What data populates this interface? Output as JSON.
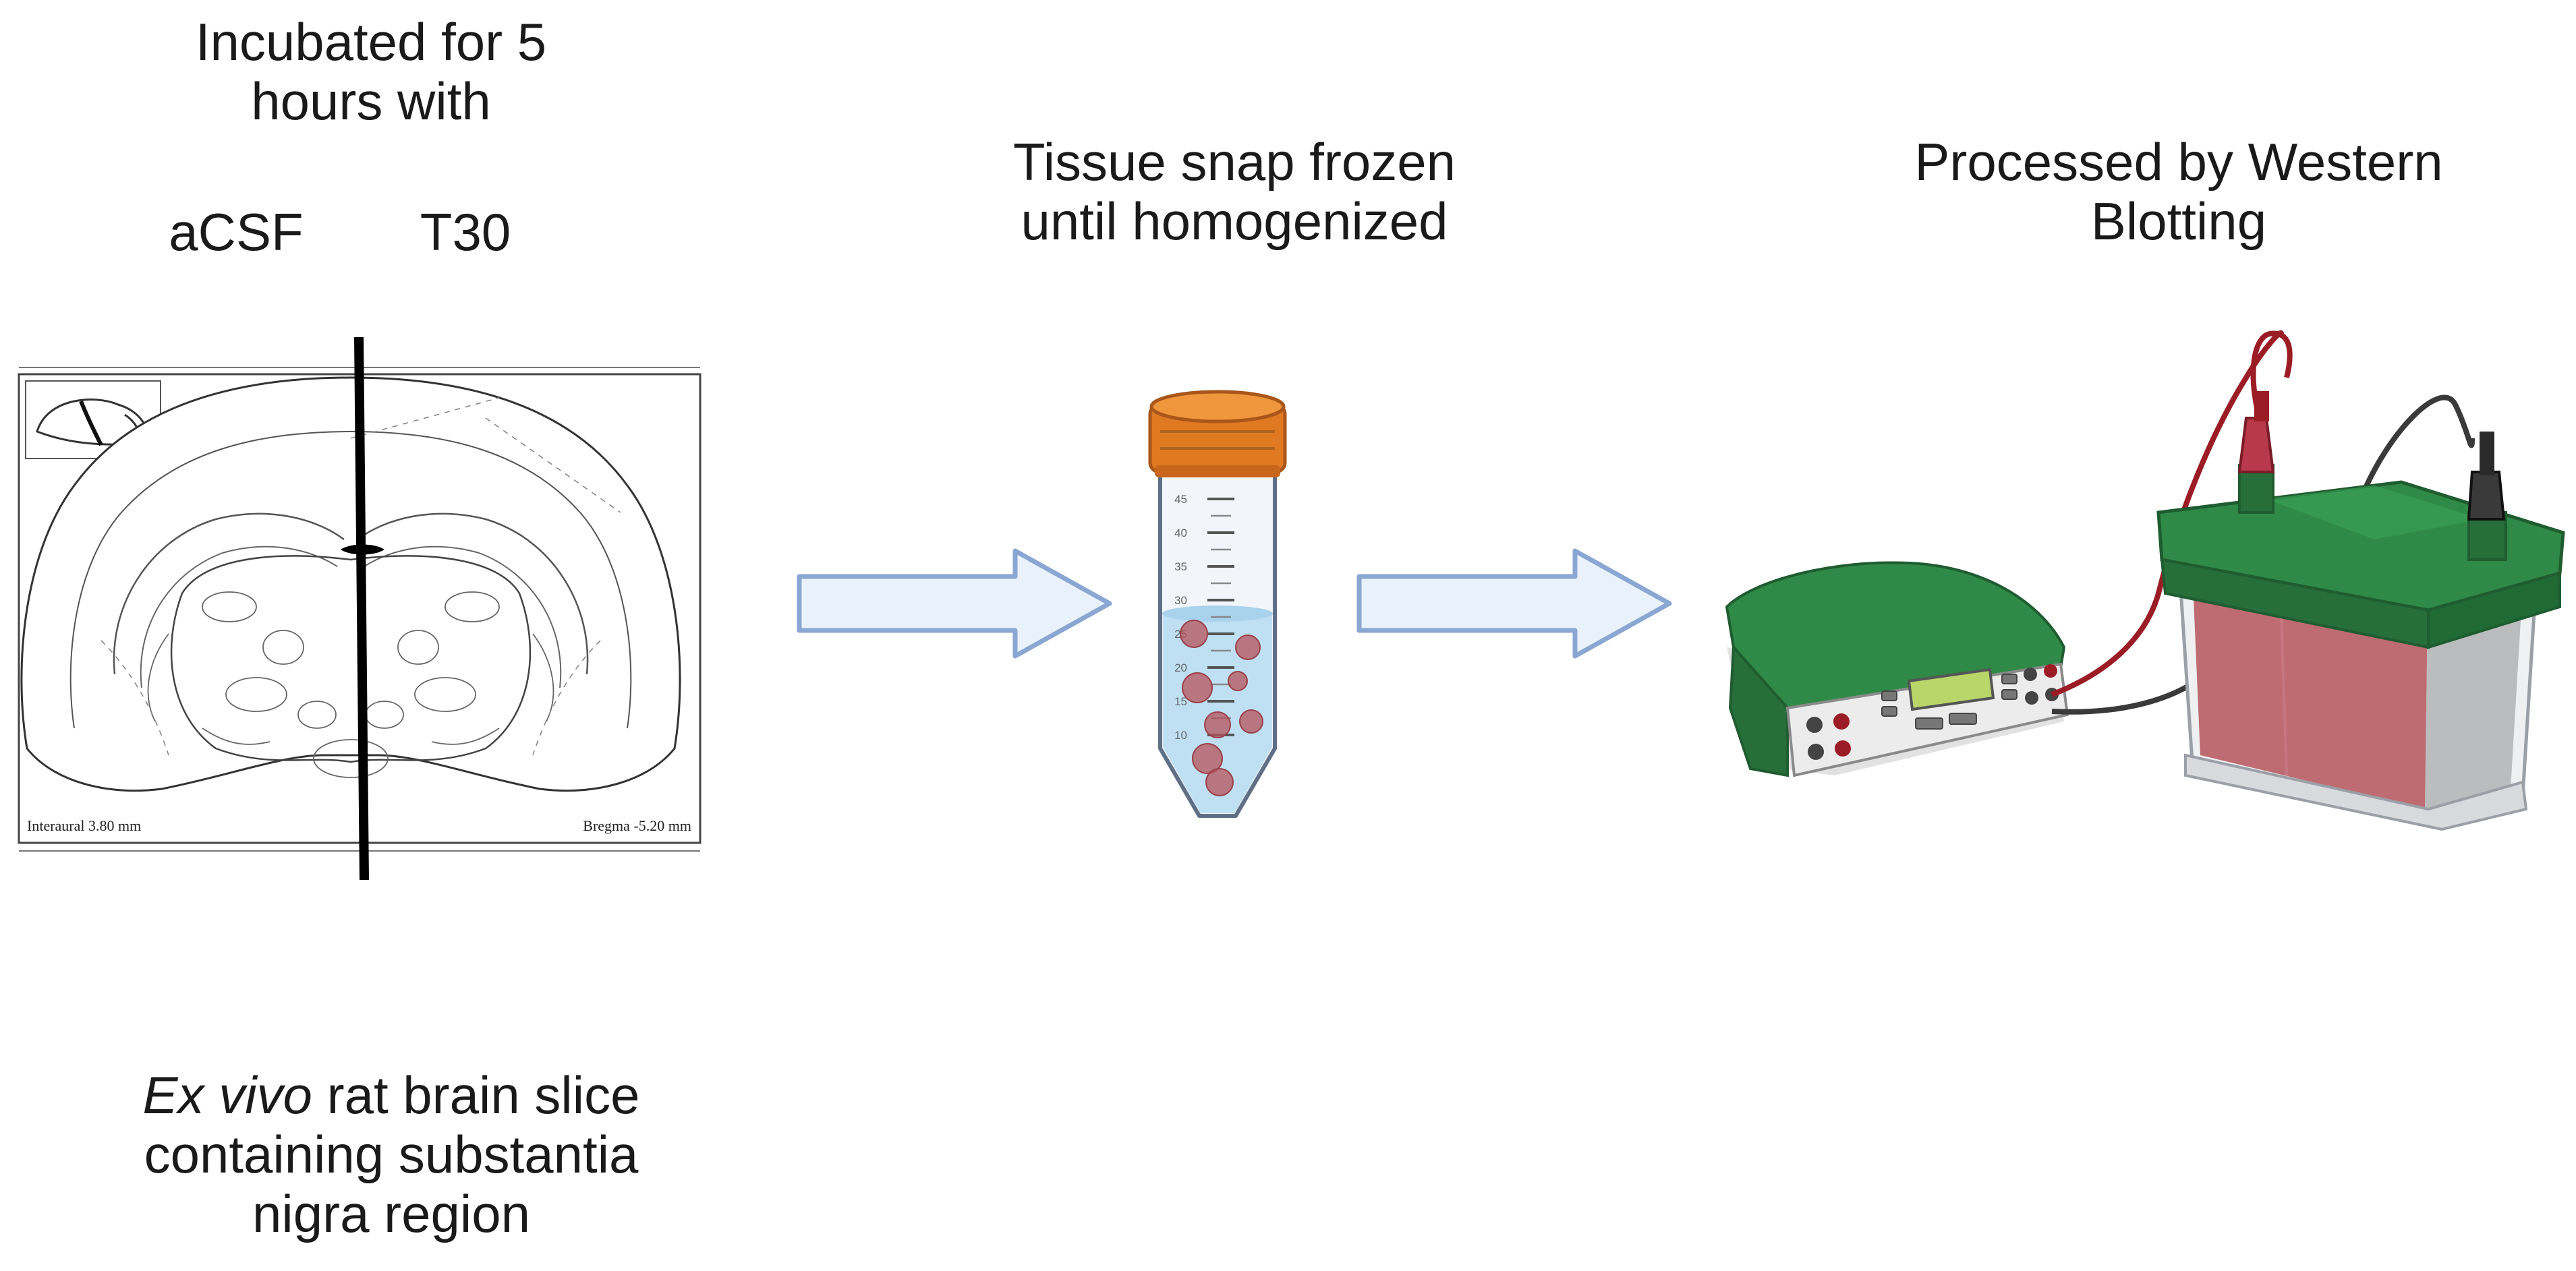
{
  "step1": {
    "heading_line1": "Incubated for 5",
    "heading_line2": "hours with",
    "label_left": "aCSF",
    "label_right": "T30",
    "atlas_left_caption": "Interaural 3.80 mm",
    "atlas_right_caption": "Bregma -5.20 mm",
    "caption_italic": "Ex vivo",
    "caption_line1_rest": " rat brain slice",
    "caption_line2": "containing substantia",
    "caption_line3": "nigra region"
  },
  "step2": {
    "heading_line1": "Tissue snap frozen",
    "heading_line2": "until homogenized",
    "tube_graduations": [
      "45",
      "40",
      "35",
      "30",
      "25",
      "20",
      "15",
      "10"
    ]
  },
  "step3": {
    "heading_line1": "Processed by Western",
    "heading_line2": "Blotting"
  },
  "colors": {
    "arrow_fill": "#e9f1fb",
    "arrow_stroke": "#8aa6d2",
    "cap_orange": "#e07a22",
    "tissue_red": "#b5535b",
    "device_green": "#2f8a47",
    "lead_red": "#9b1c25",
    "lead_black": "#3a3a3a"
  },
  "icons": [
    "brain-atlas-section",
    "falcon-tube-icon",
    "power-supply-icon",
    "electrophoresis-tank-icon"
  ]
}
